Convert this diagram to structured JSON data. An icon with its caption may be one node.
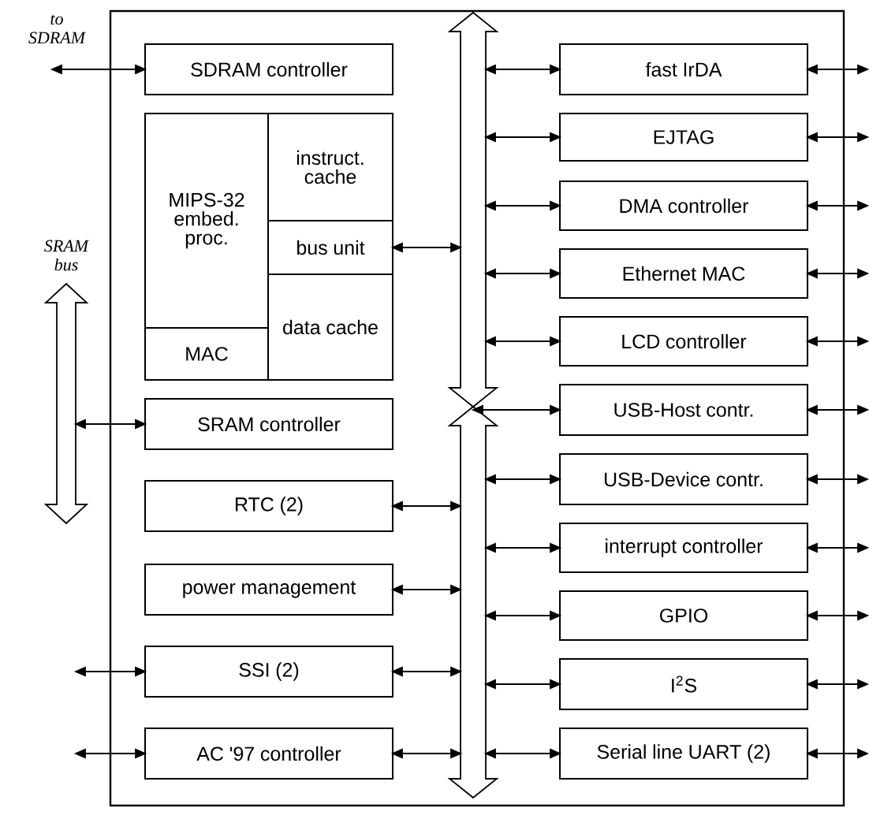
{
  "diagram": {
    "nodes": [
      {
        "text": [],
        "shape": "box"
      },
      {
        "text": [
          "SDRAM controller"
        ],
        "in": 0
      },
      {
        "text": [
          "MIPS-32 embed. proc."
        ],
        "in": 0
      },
      {
        "text": [
          "MAC"
        ],
        "in": 0
      },
      {
        "text": [
          "instruct. cache"
        ],
        "in": 0
      },
      {
        "text": [
          "bus unit"
        ],
        "in": 0
      },
      {
        "text": [
          "data cache"
        ],
        "in": 0
      },
      {
        "text": [
          "SRAM controller"
        ],
        "in": 0
      },
      {
        "text": [
          "RTC (2)"
        ],
        "in": 0
      },
      {
        "text": [
          "power management"
        ],
        "in": 0
      },
      {
        "text": [
          "SSI (2)"
        ],
        "in": 0
      },
      {
        "text": [
          "AC '97 controller"
        ],
        "in": 0
      },
      {
        "text": [],
        "shape": "bar",
        "in": 0
      },
      {
        "text": [],
        "shape": "bar",
        "in": 0
      },
      {
        "text": [
          "fast IrDA"
        ],
        "in": 0
      },
      {
        "text": [
          "EJTAG"
        ],
        "in": 0
      },
      {
        "text": [
          "DMA controller"
        ],
        "in": 0
      },
      {
        "text": [
          "Ethernet MAC"
        ],
        "in": 0
      },
      {
        "text": [
          "LCD controller"
        ],
        "in": 0
      },
      {
        "text": [
          "USB-Host contr."
        ],
        "in": 0
      },
      {
        "text": [
          "USB-Device contr."
        ],
        "in": 0
      },
      {
        "text": [
          "interrupt controller"
        ],
        "in": 0
      },
      {
        "text": [
          "GPIO"
        ],
        "in": 0
      },
      {
        "text": [
          "I$^{2}$S"
        ],
        "in": 0
      },
      {
        "text": [
          "Serial line UART (2)"
        ],
        "in": 0
      },
      {
        "text": [
          "SRAM bus"
        ]
      },
      {
        "text": [
          "to SDRAM"
        ]
      }
    ],
    "edges": [
      {
        "from": 26,
        "to": 1,
        "arrow": "both"
      },
      {
        "from": 5,
        "to": 12,
        "arrow": "both"
      },
      {
        "from": 25,
        "to": 7,
        "arrow": "both"
      },
      {
        "from": 8,
        "to": 13,
        "arrow": "both"
      },
      {
        "from": 9,
        "to": 13,
        "arrow": "both"
      },
      {
        "from": null,
        "to": 10,
        "arrow": "both"
      },
      {
        "from": 10,
        "to": 13,
        "arrow": "both"
      },
      {
        "from": null,
        "to": 11,
        "arrow": "both"
      },
      {
        "from": 11,
        "to": 13,
        "arrow": "both"
      },
      {
        "from": 12,
        "to": 14,
        "arrow": "both"
      },
      {
        "from": 14,
        "to": null,
        "arrow": "both"
      },
      {
        "from": 12,
        "to": 15,
        "arrow": "both"
      },
      {
        "from": 15,
        "to": null,
        "arrow": "both"
      },
      {
        "from": 12,
        "to": 16,
        "arrow": "both"
      },
      {
        "from": 16,
        "to": null,
        "arrow": "both"
      },
      {
        "from": 12,
        "to": 17,
        "arrow": "both"
      },
      {
        "from": 17,
        "to": null,
        "arrow": "both"
      },
      {
        "from": 12,
        "to": 18,
        "arrow": "both"
      },
      {
        "from": 18,
        "to": null,
        "arrow": "both"
      },
      {
        "from": 12,
        "to": 19,
        "arrow": "both"
      },
      {
        "from": 19,
        "to": null,
        "arrow": "both"
      },
      {
        "from": 13,
        "to": 20,
        "arrow": "both"
      },
      {
        "from": 20,
        "to": null,
        "arrow": "both"
      },
      {
        "from": 13,
        "to": 21,
        "arrow": "both"
      },
      {
        "from": 21,
        "to": null,
        "arrow": "both"
      },
      {
        "from": 13,
        "to": 22,
        "arrow": "both"
      },
      {
        "from": 22,
        "to": null,
        "arrow": "both"
      },
      {
        "from": 13,
        "to": 23,
        "arrow": "both"
      },
      {
        "from": 23,
        "to": null,
        "arrow": "both"
      },
      {
        "from": 13,
        "to": 24,
        "arrow": "both"
      },
      {
        "from": 24,
        "to": null,
        "arrow": "both"
      }
    ]
  }
}
